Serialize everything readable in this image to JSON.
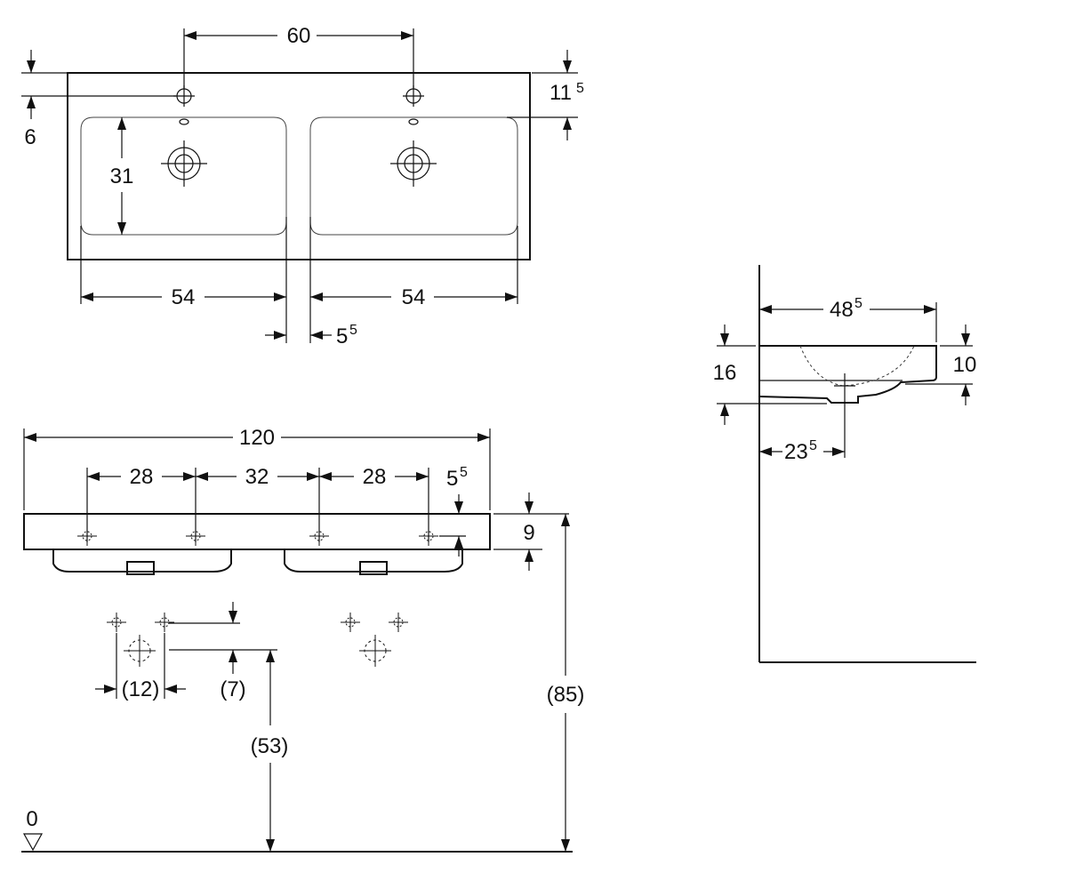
{
  "diagram": {
    "top_view": {
      "tap_spacing": "60",
      "tap_offset": "6",
      "bowl_depth": "31",
      "bowl_depth_front": "11",
      "bowl_depth_front_sup": "5",
      "bowl_left_width": "54",
      "bowl_right_width": "54",
      "bowl_gap": "5",
      "bowl_gap_sup": "5"
    },
    "front_view": {
      "total_width": "120",
      "spacing_left": "28",
      "spacing_middle": "32",
      "spacing_right": "28",
      "rim_offset": "5",
      "rim_offset_sup": "5",
      "rim_height": "9",
      "waste_spacing": "(12)",
      "waste_offset": "(7)",
      "waste_height": "(53)",
      "total_height": "(85)",
      "floor_level": "0"
    },
    "side_view": {
      "depth": "48",
      "depth_sup": "5",
      "height_total": "16",
      "height_front": "10",
      "drain_offset": "23",
      "drain_offset_sup": "5"
    }
  }
}
